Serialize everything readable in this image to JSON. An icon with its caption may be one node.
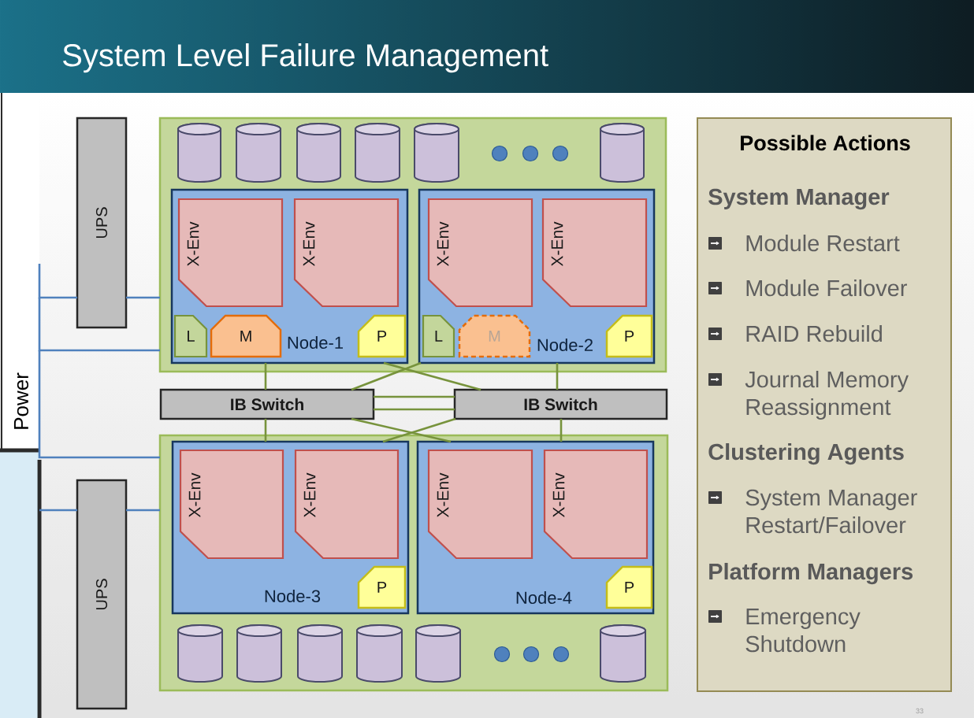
{
  "diagram": {
    "title": "System Level Failure Management",
    "nodes": [
      {
        "text": [
          "Power"
        ]
      },
      {
        "text": [
          "UPS"
        ]
      },
      {
        "text": [
          "UPS"
        ]
      },
      {
        "text": [],
        "shape": "box"
      },
      {
        "text": [],
        "shape": "cylinder",
        "in": 3
      },
      {
        "text": [],
        "shape": "cylinder",
        "in": 3
      },
      {
        "text": [],
        "shape": "cylinder",
        "in": 3
      },
      {
        "text": [],
        "shape": "cylinder",
        "in": 3
      },
      {
        "text": [],
        "shape": "cylinder",
        "in": 3
      },
      {
        "text": [],
        "shape": "cylinder",
        "in": 3
      },
      {
        "text": [
          "Node-1"
        ],
        "in": 3
      },
      {
        "text": [
          "X-Env"
        ],
        "in": 10
      },
      {
        "text": [
          "X-Env"
        ],
        "in": 10
      },
      {
        "text": [
          "L"
        ],
        "in": 10
      },
      {
        "text": [
          "M"
        ],
        "in": 10
      },
      {
        "text": [
          "P"
        ],
        "in": 10
      },
      {
        "text": [
          "Node-2"
        ],
        "in": 3
      },
      {
        "text": [
          "X-Env"
        ],
        "in": 16
      },
      {
        "text": [
          "X-Env"
        ],
        "in": 16
      },
      {
        "text": [
          "L"
        ],
        "in": 16
      },
      {
        "text": [
          "M"
        ],
        "in": 16
      },
      {
        "text": [
          "P"
        ],
        "in": 16
      },
      {
        "text": [
          "IB Switch"
        ]
      },
      {
        "text": [
          "IB Switch"
        ]
      },
      {
        "text": [],
        "shape": "box"
      },
      {
        "text": [
          "Node-3"
        ],
        "in": 24
      },
      {
        "text": [
          "X-Env"
        ],
        "in": 25
      },
      {
        "text": [
          "X-Env"
        ],
        "in": 25
      },
      {
        "text": [
          "P"
        ],
        "in": 25
      },
      {
        "text": [
          "Node-4"
        ],
        "in": 24
      },
      {
        "text": [
          "X-Env"
        ],
        "in": 29
      },
      {
        "text": [
          "X-Env"
        ],
        "in": 29
      },
      {
        "text": [
          "P"
        ],
        "in": 29
      },
      {
        "text": [],
        "shape": "cylinder",
        "in": 24
      },
      {
        "text": [],
        "shape": "cylinder",
        "in": 24
      },
      {
        "text": [],
        "shape": "cylinder",
        "in": 24
      },
      {
        "text": [],
        "shape": "cylinder",
        "in": 24
      },
      {
        "text": [],
        "shape": "cylinder",
        "in": 24
      },
      {
        "text": [],
        "shape": "cylinder",
        "in": 24
      },
      {
        "text": [
          "Possible Actions",
          "System Manager",
          "Module Restart",
          "Module Failover",
          "RAID Rebuild",
          "Journal Memory Reassignment",
          "Clustering Agents",
          "System Manager Restart/Failover",
          "Platform Managers",
          "Emergency Shutdown"
        ]
      }
    ],
    "edges": [
      {
        "from": 0,
        "to": 1,
        "arrow": "none",
        "color": "#4f81bd"
      },
      {
        "from": 1,
        "to": 3,
        "arrow": "none",
        "color": "#4f81bd"
      },
      {
        "from": 0,
        "to": 3,
        "arrow": "none",
        "color": "#4f81bd"
      },
      {
        "from": 0,
        "to": 24,
        "arrow": "none",
        "color": "#4f81bd"
      },
      {
        "from": 0,
        "to": 2,
        "arrow": "none",
        "color": "#4f81bd"
      },
      {
        "from": 2,
        "to": 24,
        "arrow": "none",
        "color": "#4f81bd"
      },
      {
        "from": 10,
        "to": 22,
        "arrow": "none"
      },
      {
        "from": 10,
        "to": 23,
        "arrow": "none"
      },
      {
        "from": 16,
        "to": 22,
        "arrow": "none"
      },
      {
        "from": 16,
        "to": 23,
        "arrow": "none"
      },
      {
        "from": 22,
        "to": 23,
        "arrow": "none"
      },
      {
        "from": 22,
        "to": 23,
        "arrow": "none"
      },
      {
        "from": 22,
        "to": 25,
        "arrow": "none"
      },
      {
        "from": 22,
        "to": 29,
        "arrow": "none"
      },
      {
        "from": 23,
        "to": 25,
        "arrow": "none"
      },
      {
        "from": 23,
        "to": 29,
        "arrow": "none"
      }
    ],
    "labels": [
      "33"
    ]
  }
}
